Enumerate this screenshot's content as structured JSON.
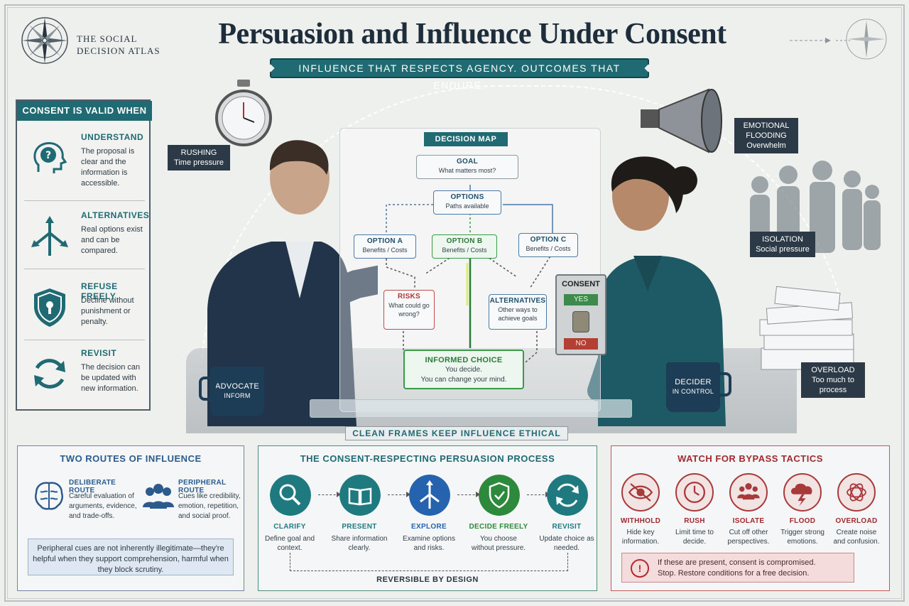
{
  "brand": {
    "line1": "THE SOCIAL",
    "line2": "DECISION ATLAS"
  },
  "header": {
    "title": "Persuasion and Influence Under Consent",
    "tagline": "INFLUENCE THAT RESPECTS AGENCY. OUTCOMES THAT ENDURE."
  },
  "consent_panel": {
    "title": "CONSENT IS VALID WHEN",
    "items": [
      {
        "icon": "head-question-icon",
        "heading": "UNDERSTAND",
        "text": "The proposal is clear and the information is accessible."
      },
      {
        "icon": "branching-arrows-icon",
        "heading": "ALTERNATIVES",
        "text": "Real options exist and can be compared."
      },
      {
        "icon": "shield-keyhole-icon",
        "heading": "REFUSE FREELY",
        "text": "Decline without punishment or penalty."
      },
      {
        "icon": "refresh-cycle-icon",
        "heading": "REVISIT",
        "text": "The decision can be updated with new information."
      }
    ]
  },
  "scene": {
    "pressure_tags": {
      "rushing": {
        "title": "RUSHING",
        "sub": "Time pressure"
      },
      "emotional": {
        "title": "EMOTIONAL FLOODING",
        "sub": "Overwhelm"
      },
      "isolation": {
        "title": "ISOLATION",
        "sub": "Social pressure"
      },
      "overload": {
        "title": "OVERLOAD",
        "sub": "Too much to process"
      }
    },
    "decision_map": {
      "label": "DECISION MAP",
      "goal": {
        "title": "GOAL",
        "sub": "What matters most?"
      },
      "options": {
        "title": "OPTIONS",
        "sub": "Paths available"
      },
      "option_a": {
        "title": "OPTION A",
        "sub": "Benefits / Costs"
      },
      "option_b": {
        "title": "OPTION B",
        "sub": "Benefits / Costs"
      },
      "option_c": {
        "title": "OPTION C",
        "sub": "Benefits / Costs"
      },
      "risks": {
        "title": "RISKS",
        "sub": "What could go wrong?"
      },
      "alternatives": {
        "title": "ALTERNATIVES",
        "sub": "Other ways to achieve goals"
      },
      "choice": {
        "title": "INFORMED CHOICE",
        "line1": "You decide.",
        "line2": "You can change your mind."
      }
    },
    "consent_switch": {
      "label": "CONSENT",
      "yes": "YES",
      "no": "NO"
    },
    "mug_left": {
      "line1": "ADVOCATE",
      "line2": "INFORM"
    },
    "mug_right": {
      "line1": "DECIDER",
      "line2": "IN CONTROL"
    },
    "clean_frames": "CLEAN FRAMES KEEP INFLUENCE ETHICAL"
  },
  "routes": {
    "title": "TWO ROUTES OF INFLUENCE",
    "deliberate": {
      "icon": "brain-icon",
      "heading": "DELIBERATE ROUTE",
      "text": "Careful evaluation of arguments, evidence, and trade-offs."
    },
    "peripheral": {
      "icon": "people-group-icon",
      "heading": "PERIPHERAL ROUTE",
      "text": "Cues like credibility, emotion, repetition, and social proof."
    },
    "note": "Peripheral cues are not inherently illegitimate—they're helpful when they support comprehension, harmful when they block scrutiny."
  },
  "process": {
    "title": "THE CONSENT-RESPECTING PERSUASION PROCESS",
    "steps": [
      {
        "icon": "magnifier-icon",
        "heading": "CLARIFY",
        "text": "Define goal and context.",
        "color": "#1f7a80"
      },
      {
        "icon": "open-book-icon",
        "heading": "PRESENT",
        "text": "Share information clearly.",
        "color": "#1f7a80"
      },
      {
        "icon": "branching-arrows-icon",
        "heading": "EXPLORE",
        "text": "Examine options and risks.",
        "color": "#2563ae"
      },
      {
        "icon": "shield-check-icon",
        "heading": "DECIDE FREELY",
        "text": "You choose without pressure.",
        "color": "#2d8a3c"
      },
      {
        "icon": "refresh-cycle-icon",
        "heading": "REVISIT",
        "text": "Update choice as needed.",
        "color": "#1f7a80"
      }
    ],
    "footer": "REVERSIBLE BY DESIGN"
  },
  "bypass": {
    "title": "WATCH FOR BYPASS TACTICS",
    "tactics": [
      {
        "icon": "eye-slash-icon",
        "heading": "WITHHOLD",
        "text": "Hide key information."
      },
      {
        "icon": "clock-icon",
        "heading": "RUSH",
        "text": "Limit time to decide."
      },
      {
        "icon": "isolated-people-icon",
        "heading": "ISOLATE",
        "text": "Cut off other perspectives."
      },
      {
        "icon": "storm-cloud-icon",
        "heading": "FLOOD",
        "text": "Trigger strong emotions."
      },
      {
        "icon": "tangle-icon",
        "heading": "OVERLOAD",
        "text": "Create noise and confusion."
      }
    ],
    "warning_icon": "!",
    "warning_line1": "If these are present, consent is compromised.",
    "warning_line2": "Stop. Restore conditions for a free decision."
  }
}
